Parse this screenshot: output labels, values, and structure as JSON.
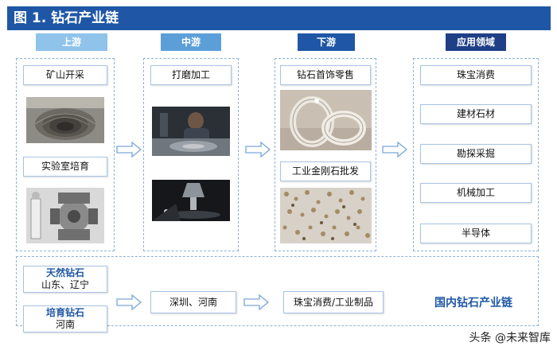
{
  "title": "图 1. 钻石产业链",
  "stages": [
    {
      "label": "上游",
      "color": "#8fc3ea"
    },
    {
      "label": "中游",
      "color": "#5c9fd8"
    },
    {
      "label": "下游",
      "color": "#1f57a6"
    },
    {
      "label": "应用领域",
      "color": "#1f3f86"
    }
  ],
  "upstream": {
    "items": [
      "矿山开采",
      "实验室培育"
    ]
  },
  "midstream": {
    "items": [
      "打磨加工"
    ]
  },
  "downstream": {
    "items": [
      "钻石首饰零售",
      "工业金刚石批发"
    ]
  },
  "applications": {
    "items": [
      "珠宝消费",
      "建材石材",
      "勘探采掘",
      "机械加工",
      "半导体"
    ]
  },
  "domestic": {
    "natural": {
      "name": "天然钻石",
      "region": "山东、辽宁"
    },
    "cultivated": {
      "name": "培育钻石",
      "region": "河南"
    },
    "processing": "深圳、河南",
    "consumption": "珠宝消费/工业制品",
    "summary": "国内钻石产业链"
  },
  "watermark": "头条 @未来智库"
}
